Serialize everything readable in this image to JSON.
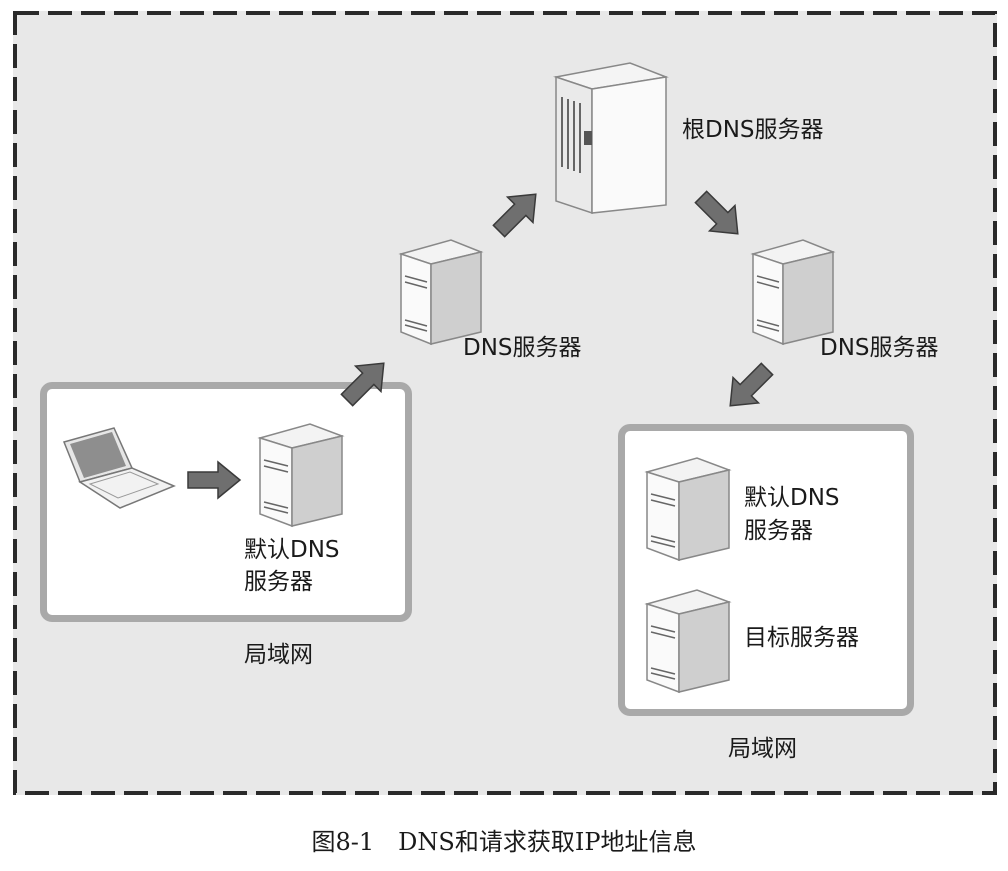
{
  "nodes": {
    "root_dns": "根DNS服务器",
    "dns_left": "DNS服务器",
    "dns_right": "DNS服务器",
    "default_dns_left_line1": "默认DNS",
    "default_dns_left_line2": "服务器",
    "default_dns_right_line1": "默认DNS",
    "default_dns_right_line2": "服务器",
    "target_server": "目标服务器"
  },
  "groups": {
    "lan_left": "局域网",
    "lan_right": "局域网"
  },
  "caption": {
    "number": "图8-1",
    "text": "DNS和请求获取IP地址信息"
  },
  "colors": {
    "frame_fill": "#e8e8e8",
    "lan_border": "#a9a9a9",
    "arrow": "#6f6f6f"
  }
}
